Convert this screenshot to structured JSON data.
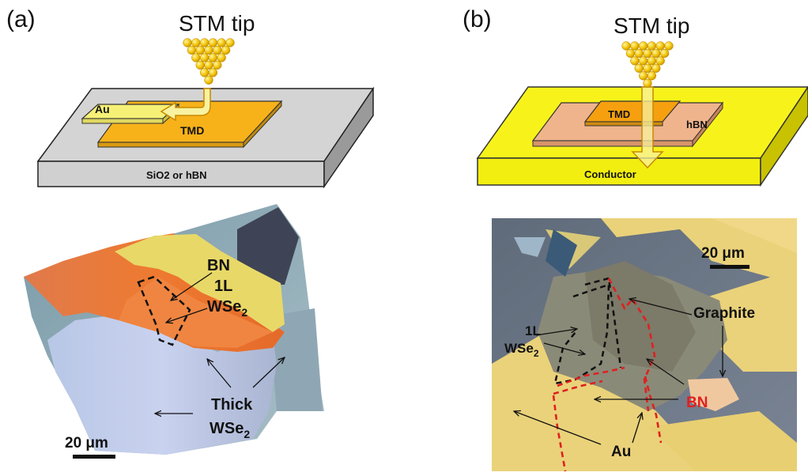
{
  "panel_a": {
    "letter": "(a)",
    "tip_label": "STM tip",
    "schematic": {
      "au": "Au",
      "tmd": "TMD",
      "substrate": "SiO2 or hBN"
    },
    "micrograph": {
      "bn": "BN",
      "monolayer_line1": "1L",
      "monolayer_base": "WSe",
      "monolayer_sub": "2",
      "thick_line1": "Thick",
      "thick_base": "WSe",
      "thick_sub": "2",
      "scalebar": "20 μm"
    }
  },
  "panel_b": {
    "letter": "(b)",
    "tip_label": "STM tip",
    "schematic": {
      "tmd": "TMD",
      "hbn": "hBN",
      "conductor": "Conductor"
    },
    "micrograph": {
      "scalebar": "20 μm",
      "graphite": "Graphite",
      "monolayer_line1": "1L",
      "monolayer_base": "WSe",
      "monolayer_sub": "2",
      "bn": "BN",
      "au": "Au"
    }
  },
  "colors": {
    "gold": "#f2c40a",
    "tmd_orange": "#f7b21a",
    "substrate_grey": "#d4d4d4",
    "conductor_yellow": "#f7f31a",
    "hbn_peach": "#f0b48c",
    "bn_label_red": "#e02020",
    "dashed_red": "#e02020"
  }
}
